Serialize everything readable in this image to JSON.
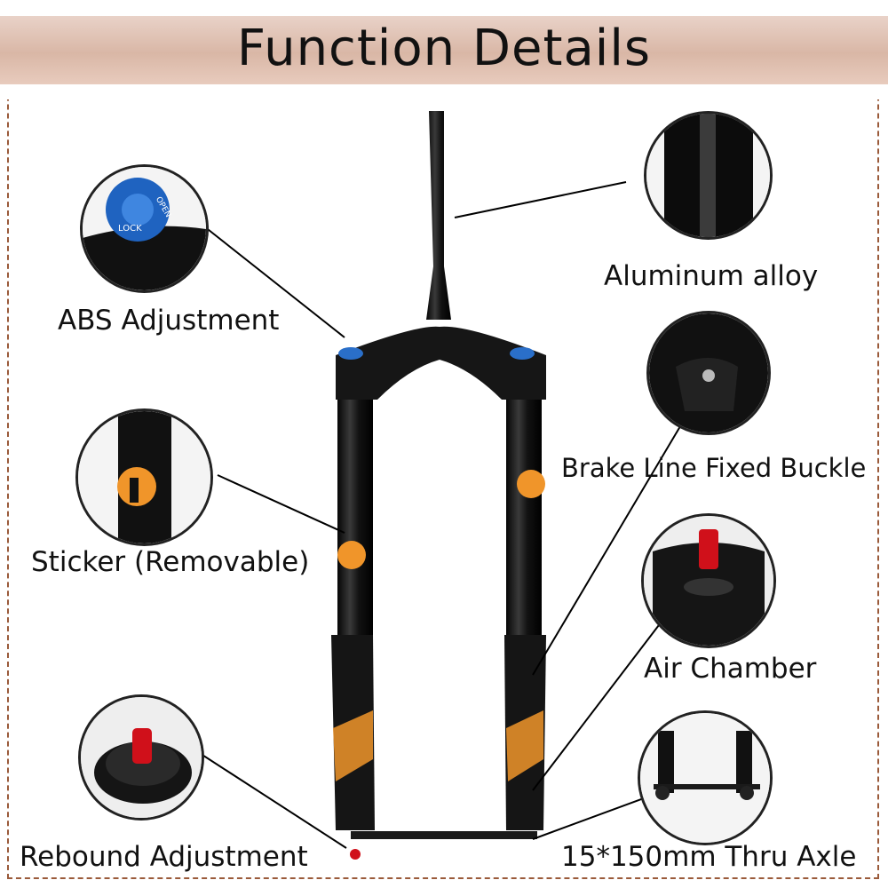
{
  "title": "Function Details",
  "labels": {
    "abs": "ABS Adjustment",
    "sticker": "Sticker (Removable)",
    "rebound": "Rebound Adjustment",
    "alloy": "Aluminum alloy",
    "brake": "Brake Line Fixed Buckle",
    "air": "Air Chamber",
    "axle": "15*150mm Thru Axle"
  },
  "knob_text": {
    "lock": "LOCK",
    "open": "OPEN"
  },
  "colors": {
    "banner": "#d9b7a6",
    "border": "#9a5a3a",
    "fork": "#121212",
    "orange": "#f0952a",
    "blue": "#2a6fc9",
    "red": "#d0101a"
  }
}
